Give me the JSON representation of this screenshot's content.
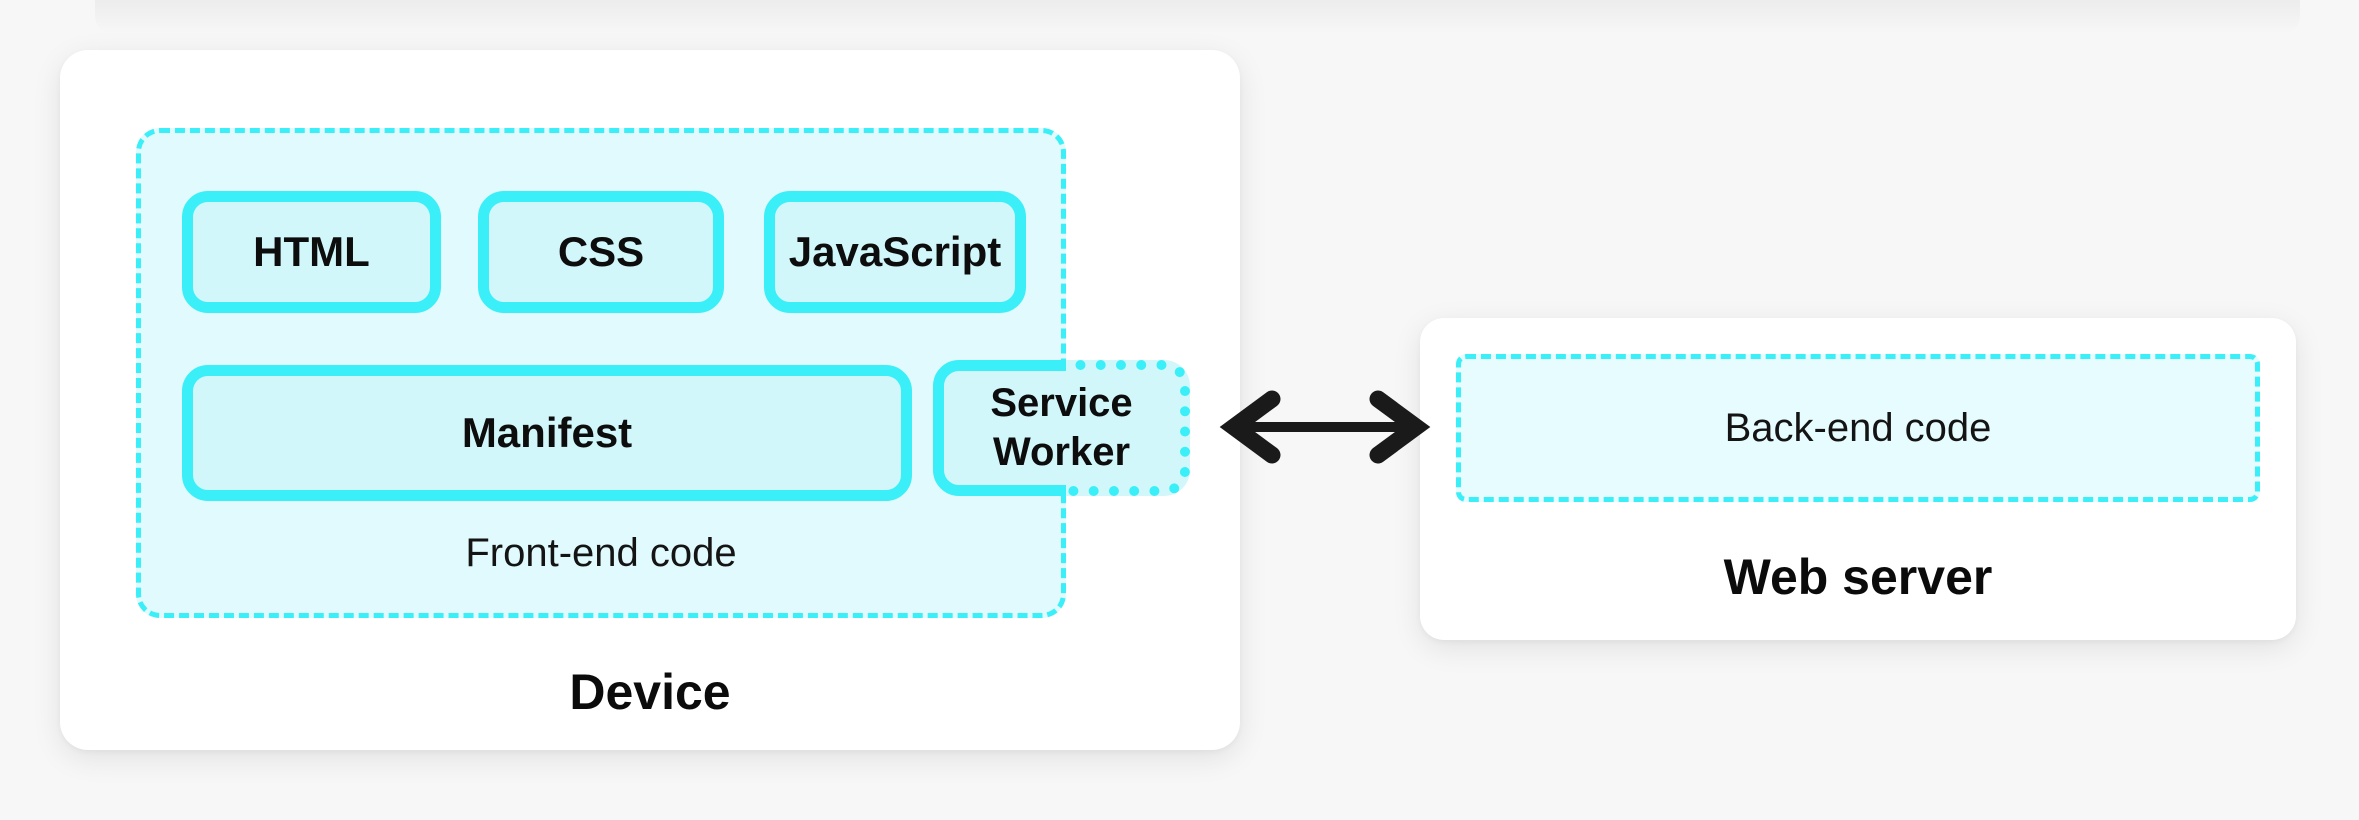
{
  "device": {
    "label": "Device",
    "frontend": {
      "label": "Front-end code",
      "html_label": "HTML",
      "css_label": "CSS",
      "javascript_label": "JavaScript",
      "manifest_label": "Manifest",
      "service_worker_label": "Service Worker"
    }
  },
  "web_server": {
    "label": "Web server",
    "backend_label": "Back-end code"
  },
  "connection": {
    "icon": "bidirectional-arrow"
  },
  "colors": {
    "accent_cyan": "#3beff8",
    "frontend_fill": "#e1fafd",
    "box_fill": "#d2f7fb",
    "backend_fill": "#e7fcfe",
    "panel_white": "#ffffff",
    "background": "#f7f7f7",
    "arrow": "#1a1a1a",
    "text": "#111111"
  }
}
